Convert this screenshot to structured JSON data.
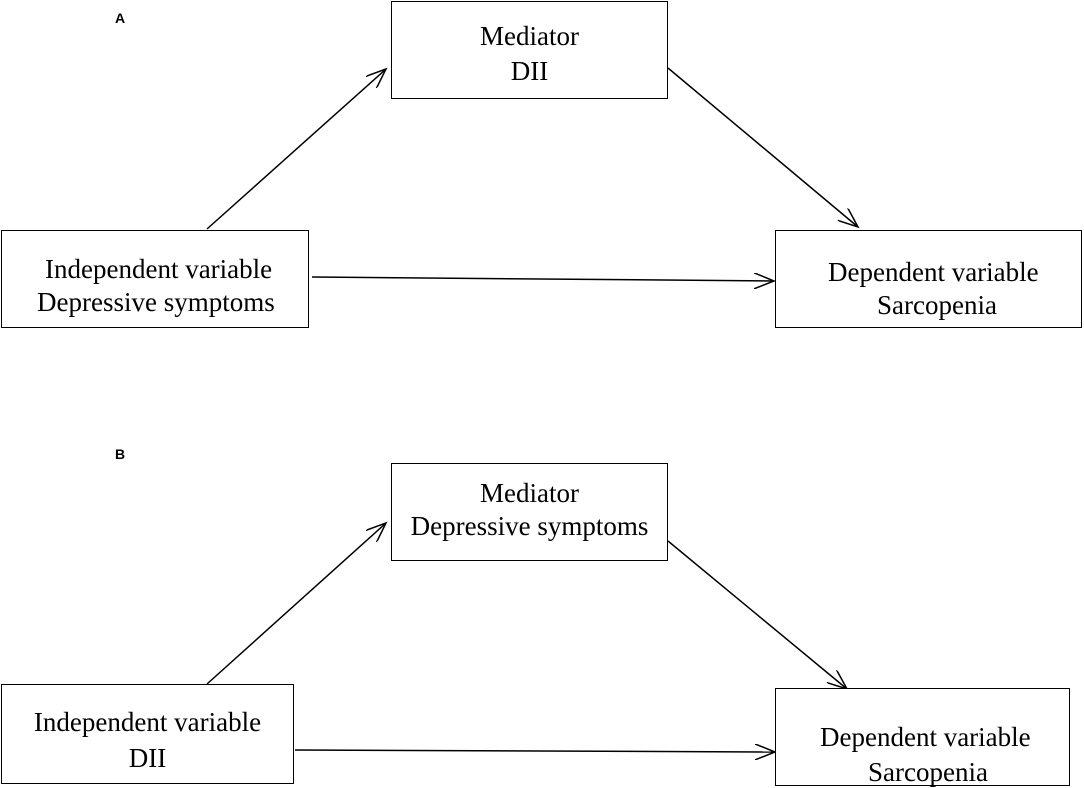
{
  "panels": [
    {
      "label": "A",
      "mediator": {
        "line1": "Mediator",
        "line2": "DII"
      },
      "independent": {
        "line1": "Independent variable",
        "line2": "Depressive symptoms"
      },
      "dependent": {
        "line1": "Dependent variable",
        "line2": "Sarcopenia"
      }
    },
    {
      "label": "B",
      "mediator": {
        "line1": "Mediator",
        "line2": "Depressive symptoms"
      },
      "independent": {
        "line1": "Independent variable",
        "line2": "DII"
      },
      "dependent": {
        "line1": "Dependent variable",
        "line2": "Sarcopenia"
      }
    }
  ]
}
